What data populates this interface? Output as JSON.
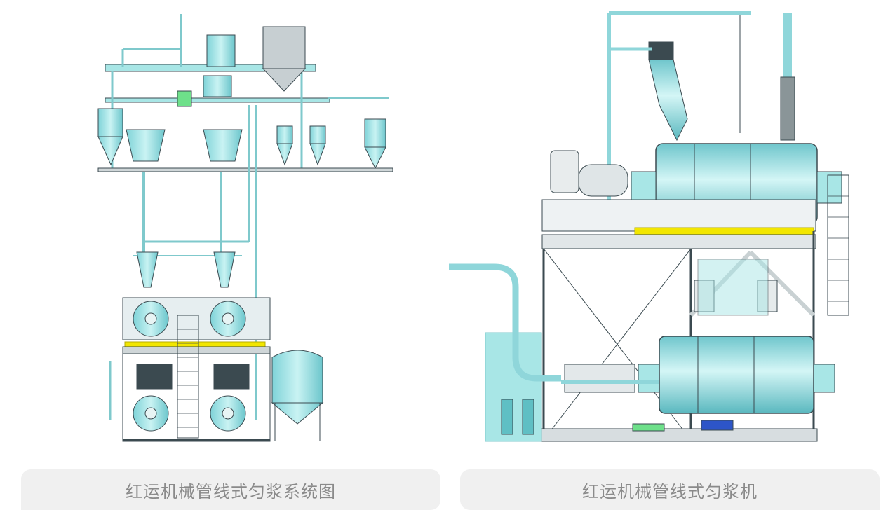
{
  "captions": {
    "left": "红运机械管线式匀浆系统图",
    "right": "红运机械管线式匀浆机"
  },
  "colors": {
    "equipment_fill": "#a8e6e6",
    "equipment_dark": "#5fbfc4",
    "line": "#3b4a50",
    "frame": "#cfd6d8",
    "yellow_rail": "#f2e600",
    "green_box": "#6ee08a",
    "caption_bg": "#f0f0f0",
    "caption_text": "#8a8a8a"
  },
  "images": {
    "left": "homogenizing-system-drawing",
    "right": "inline-homogenizer-machine-drawing"
  }
}
